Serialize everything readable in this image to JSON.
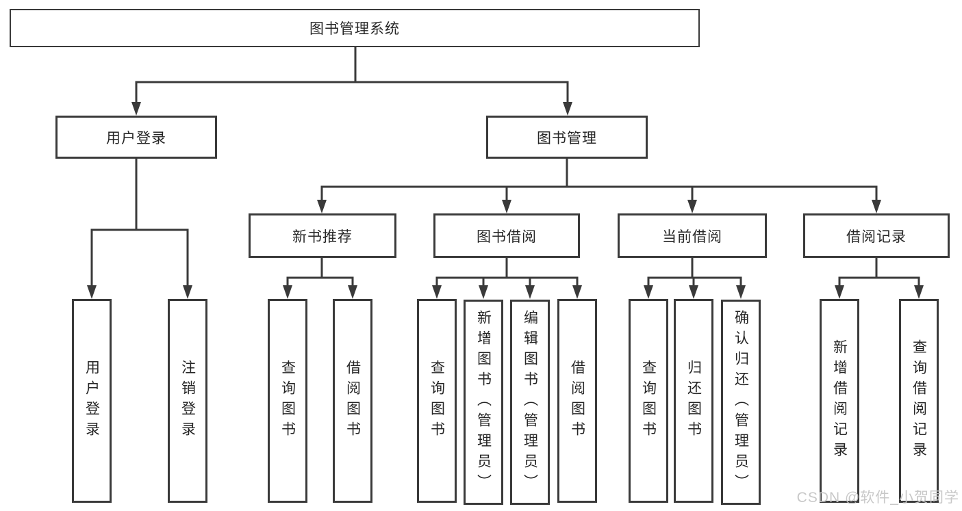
{
  "tree": {
    "root": "图书管理系统",
    "branches": [
      {
        "label": "用户登录",
        "children": [
          "用户登录",
          "注销登录"
        ]
      },
      {
        "label": "图书管理",
        "groups": [
          {
            "label": "新书推荐",
            "children": [
              "查询图书",
              "借阅图书"
            ]
          },
          {
            "label": "图书借阅",
            "children": [
              "查询图书",
              "新增图书（管理员）",
              "编辑图书（管理员）",
              "借阅图书"
            ]
          },
          {
            "label": "当前借阅",
            "children": [
              "查询图书",
              "归还图书",
              "确认归还（管理员）"
            ]
          },
          {
            "label": "借阅记录",
            "children": [
              "新增借阅记录",
              "查询借阅记录"
            ]
          }
        ]
      }
    ]
  },
  "watermark": {
    "text": "CSDN @软件_小贺同学",
    "color": "#c5c5c5"
  },
  "colors": {
    "background": "#ffffff",
    "line": "#3a3a3a",
    "box_border": "#3a3a3a",
    "text": "#262626"
  }
}
